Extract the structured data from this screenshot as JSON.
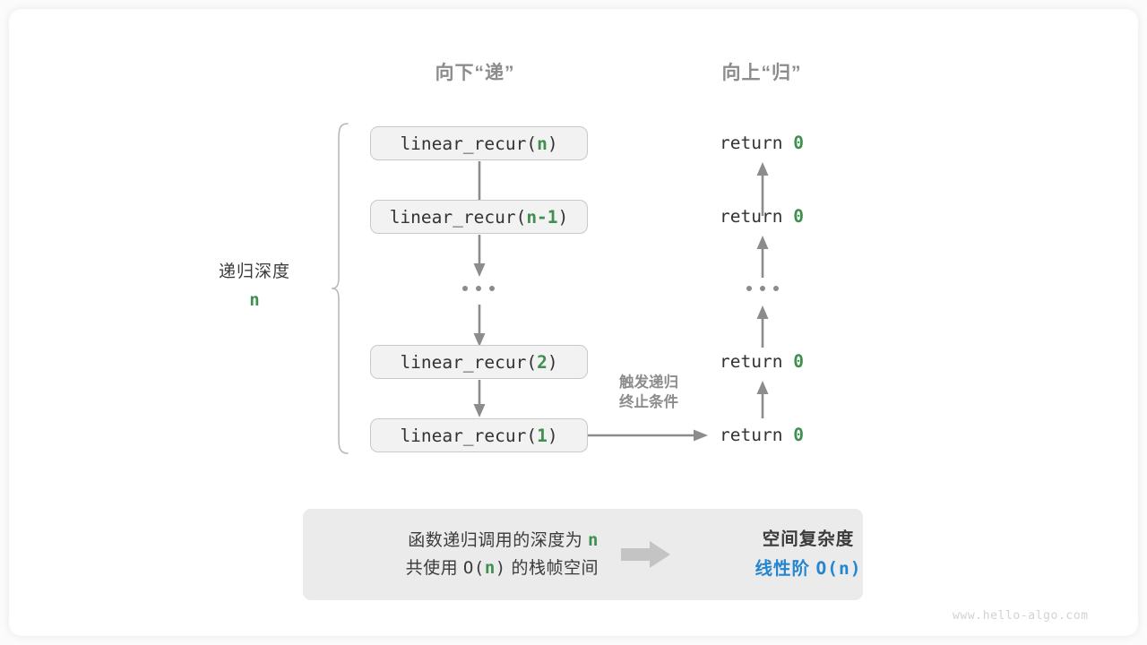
{
  "meta": {
    "watermark": "www.hello-algo.com",
    "accent_green": "#3f8f4f",
    "accent_blue": "#2486d0",
    "line_gray": "#8c8c8c",
    "box_fill": "#f2f2f2",
    "box_border": "#c9c9c9",
    "panel_fill": "#ebebeb"
  },
  "headers": {
    "down": "向下“递”",
    "up": "向上“归”"
  },
  "side_label": {
    "title": "递归深度",
    "value": "n"
  },
  "call_stack": [
    {
      "prefix": "linear_recur(",
      "arg": "n",
      "suffix": ")",
      "kind": "box"
    },
    {
      "prefix": "linear_recur(",
      "arg": "n-1",
      "suffix": ")",
      "kind": "box"
    },
    {
      "kind": "ellipsis",
      "text": "..."
    },
    {
      "prefix": "linear_recur(",
      "arg": "2",
      "suffix": ")",
      "kind": "box"
    },
    {
      "prefix": "linear_recur(",
      "arg": "1",
      "suffix": ")",
      "kind": "box"
    }
  ],
  "return_stack": [
    {
      "kind": "text",
      "prefix": "return ",
      "value": "0"
    },
    {
      "kind": "text",
      "prefix": "return ",
      "value": "0"
    },
    {
      "kind": "ellipsis",
      "text": "..."
    },
    {
      "kind": "text",
      "prefix": "return ",
      "value": "0"
    },
    {
      "kind": "text",
      "prefix": "return ",
      "value": "0"
    }
  ],
  "trigger_note": {
    "line1": "触发递归",
    "line2": "终止条件"
  },
  "summary": {
    "left_line1_a": "函数递归调用的深度为 ",
    "left_line1_n": "n",
    "left_line2_a": "共使用 ",
    "left_line2_o": "O(",
    "left_line2_n": "n",
    "left_line2_c": ")",
    "left_line2_b": " 的栈帧空间",
    "arrow_icon": "right-arrow-icon",
    "right_title": "空间复杂度",
    "right_value_text": "线性阶 ",
    "right_value_mono": "O(n)"
  }
}
